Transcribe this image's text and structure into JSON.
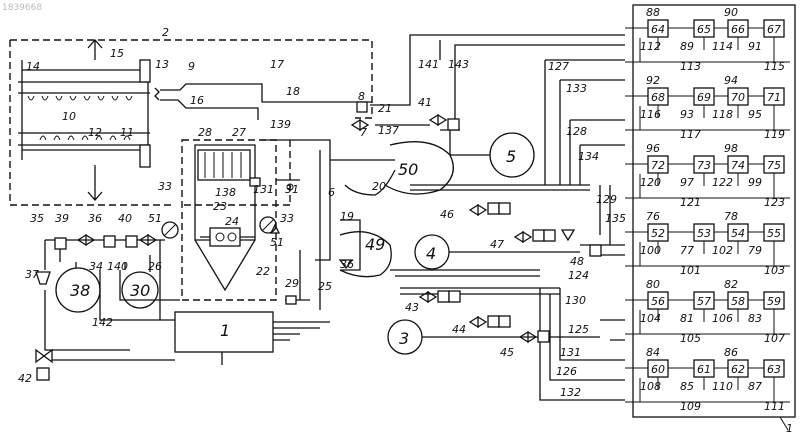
{
  "watermark": "1839668",
  "right_block": {
    "rows": [
      {
        "name": "row-1",
        "boxes": [
          "64",
          "65",
          "66",
          "67"
        ],
        "tops": [
          "88",
          "90"
        ],
        "bottoms": [
          "112",
          "89",
          "114",
          "91"
        ],
        "line": [
          "113",
          "115"
        ]
      },
      {
        "name": "row-2",
        "boxes": [
          "68",
          "69",
          "70",
          "71"
        ],
        "tops": [
          "92",
          "94"
        ],
        "bottoms": [
          "116",
          "93",
          "118",
          "95"
        ],
        "line": [
          "117",
          "119"
        ]
      },
      {
        "name": "row-3",
        "boxes": [
          "72",
          "73",
          "74",
          "75"
        ],
        "tops": [
          "96",
          "98"
        ],
        "bottoms": [
          "120",
          "97",
          "122",
          "99"
        ],
        "line": [
          "121",
          "123"
        ]
      },
      {
        "name": "row-4",
        "boxes": [
          "52",
          "53",
          "54",
          "55"
        ],
        "tops": [
          "76",
          "78"
        ],
        "bottoms": [
          "100",
          "77",
          "102",
          "79"
        ],
        "line": [
          "101",
          "103"
        ]
      },
      {
        "name": "row-5",
        "boxes": [
          "56",
          "57",
          "58",
          "59"
        ],
        "tops": [
          "80",
          "82"
        ],
        "bottoms": [
          "104",
          "81",
          "106",
          "83"
        ],
        "line": [
          "105",
          "107"
        ]
      },
      {
        "name": "row-6",
        "boxes": [
          "60",
          "61",
          "62",
          "63"
        ],
        "tops": [
          "84",
          "86"
        ],
        "bottoms": [
          "108",
          "85",
          "110",
          "87"
        ],
        "line": [
          "109",
          "111"
        ]
      }
    ],
    "outer_label": "1"
  },
  "labels": {
    "l1": "1",
    "l2": "2",
    "l3": "3",
    "l4": "4",
    "l5": "5",
    "l6": "6",
    "l7": "7",
    "l8": "8",
    "l9": "9",
    "l10": "10",
    "l11": "11",
    "l12": "12",
    "l13": "13",
    "l14": "14",
    "l15": "15",
    "l16": "16",
    "l17": "17",
    "l18": "18",
    "l19": "19",
    "l20": "20",
    "l21": "21",
    "l22": "22",
    "l23": "23",
    "l24": "24",
    "l25": "25",
    "l26": "26",
    "l27": "27",
    "l28": "28",
    "l29": "29",
    "l30": "30",
    "l31": "31",
    "l33a": "33",
    "l33b": "33",
    "l34": "34",
    "l35": "35",
    "l36a": "36",
    "l36b": "36",
    "l37": "37",
    "l38": "38",
    "l39": "39",
    "l40": "40",
    "l41": "41",
    "l42": "42",
    "l43": "43",
    "l44": "44",
    "l45": "45",
    "l46": "46",
    "l47": "47",
    "l48": "48",
    "l49": "49",
    "l50": "50",
    "l51a": "51",
    "l51b": "51",
    "l124": "124",
    "l125": "125",
    "l126": "126",
    "l127": "127",
    "l128": "128",
    "l129": "129",
    "l130": "130",
    "l131": "131",
    "l132": "132",
    "l133": "133",
    "l134": "134",
    "l135": "135",
    "l137": "137",
    "l138": "138",
    "l139": "139",
    "l140": "140",
    "l141": "141",
    "l142": "142",
    "l143": "143"
  }
}
